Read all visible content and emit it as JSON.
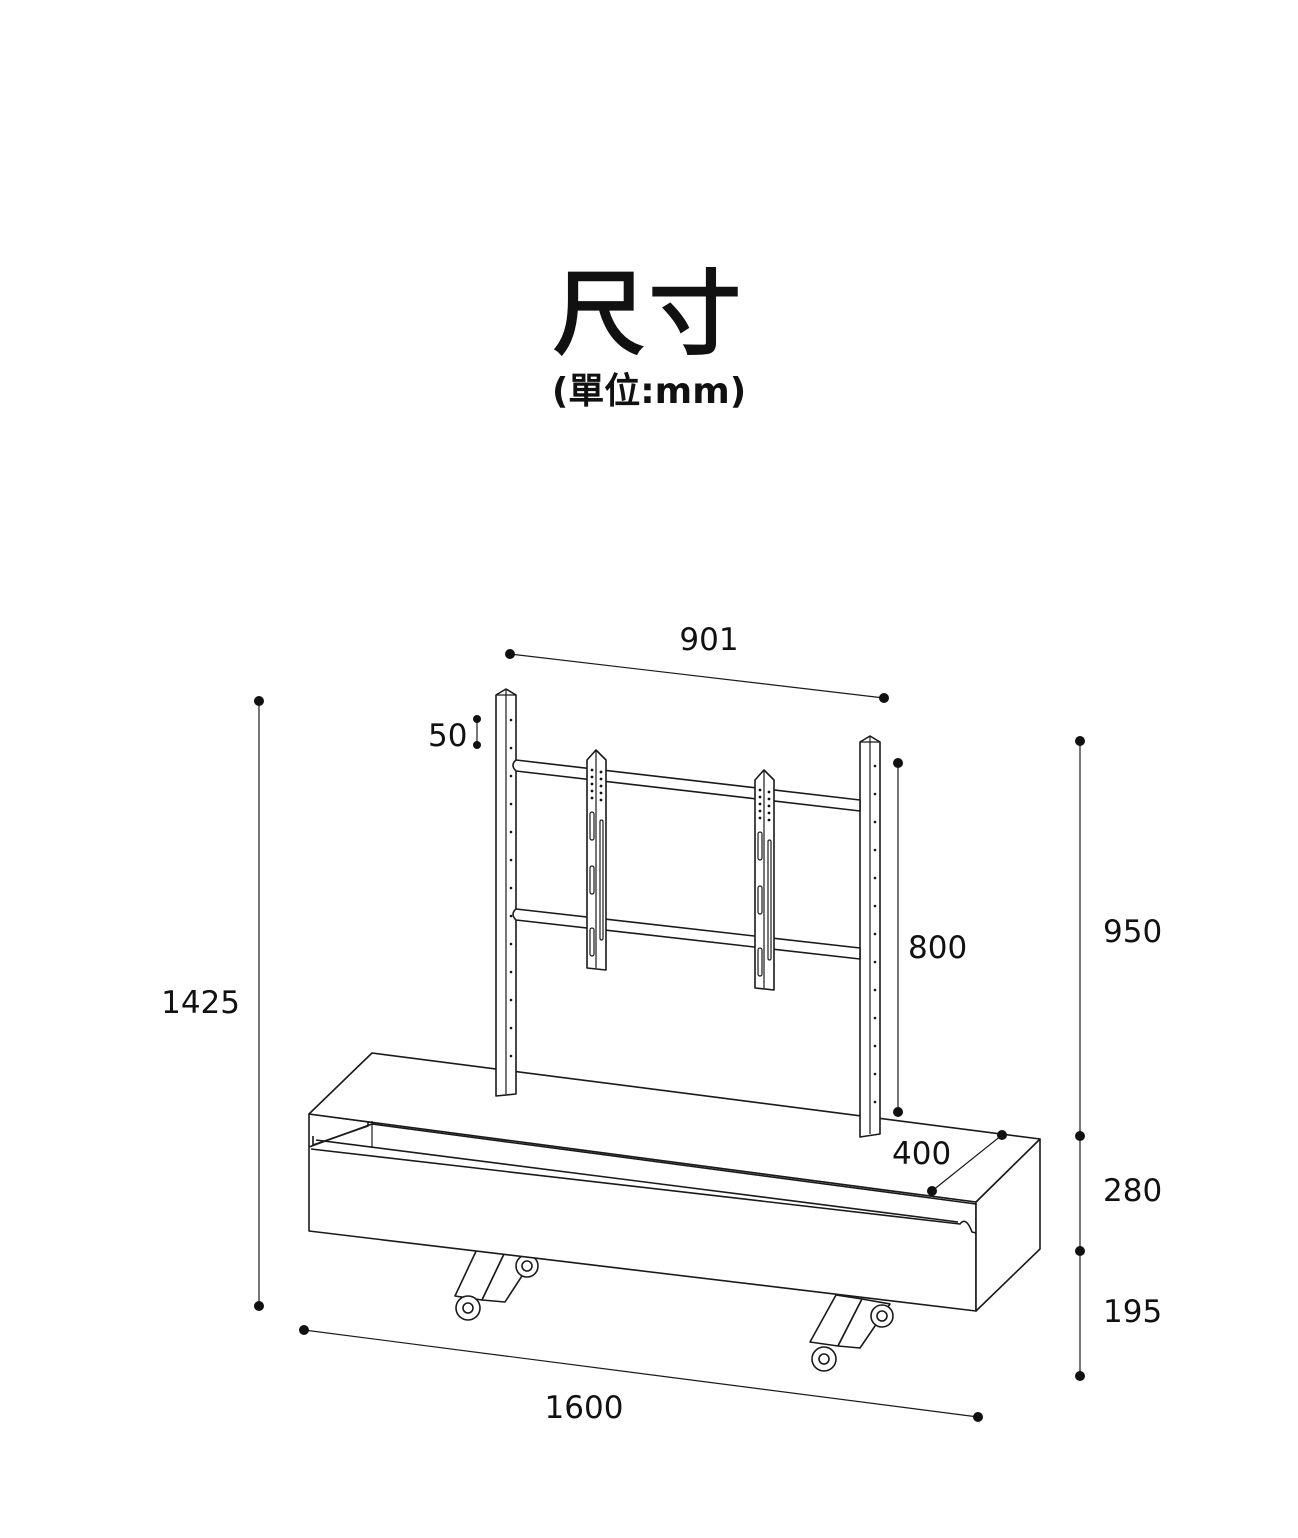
{
  "title": "尺寸",
  "subtitle": "(單位:mm)",
  "dimensions": {
    "width_top": "901",
    "bracket_offset": "50",
    "total_height": "1425",
    "vesa_height": "800",
    "frame_height": "950",
    "depth": "400",
    "cabinet_height": "280",
    "base_height": "195",
    "total_width": "1600"
  }
}
